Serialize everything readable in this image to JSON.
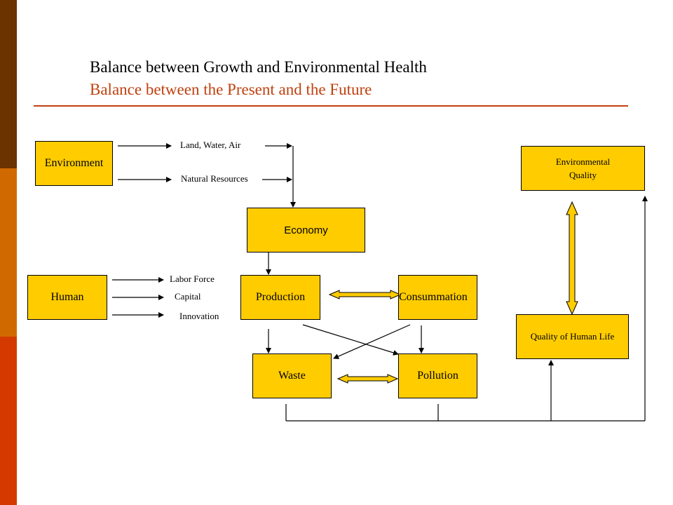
{
  "slide": {
    "title": "Balance between Growth and Environmental Health",
    "subtitle": "Balance between the Present and the Future"
  },
  "colors": {
    "box_fill": "#ffcc00",
    "title_accent": "#c0410f",
    "stripe_top": "#6b3300",
    "stripe_middle": "#d06a00",
    "stripe_bottom": "#d43a00"
  },
  "nodes": {
    "environment": "Environment",
    "economy": "Economy",
    "human": "Human",
    "production": "Production",
    "consummation": "Consummation",
    "waste": "Waste",
    "pollution": "Pollution",
    "environmental_quality_line1": "Environmental",
    "environmental_quality_line2": "Quality",
    "quality_of_human_life": "Quality of Human Life"
  },
  "labels": {
    "land_water_air": "Land, Water, Air",
    "natural_resources": "Natural Resources",
    "labor_force": "Labor Force",
    "capital": "Capital",
    "innovation": "Innovation"
  }
}
